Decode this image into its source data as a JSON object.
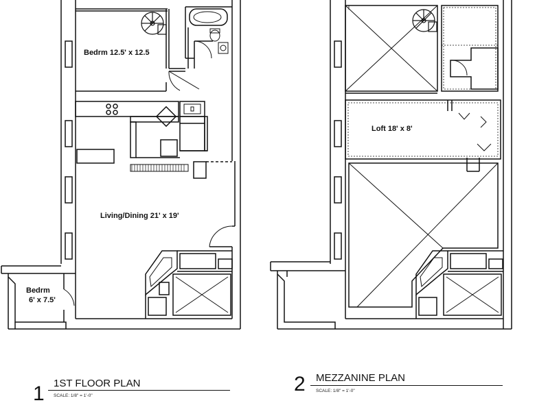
{
  "floor1": {
    "number": "1",
    "title": "1ST FLOOR PLAN",
    "scale": "SCALE: 1/8\" = 1'-0\"",
    "rooms": {
      "bedroom_main": "Bedrm 12.5' x 12.5",
      "living_dining": "Living/Dining 21' x 19'",
      "bedroom_small_name": "Bedrm",
      "bedroom_small_size": "6' x 7.5'"
    }
  },
  "floor2": {
    "number": "2",
    "title": "MEZZANINE PLAN",
    "scale": "SCALE: 1/8\" = 1'-0\"",
    "rooms": {
      "loft": "Loft 18' x 8'"
    }
  }
}
